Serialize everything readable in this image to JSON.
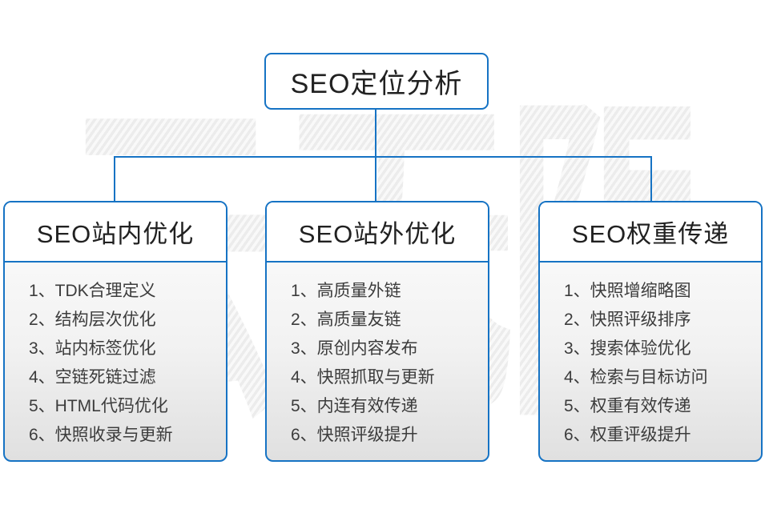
{
  "watermark": {
    "text": "云无限"
  },
  "root": {
    "label": "SEO定位分析"
  },
  "colors": {
    "accent_blue": "#1673c4",
    "header_text": "#212121",
    "list_text": "#3c3c3c",
    "watermark_gray": "#ececec",
    "panel_gradient_bottom": "#e0e0e0"
  },
  "columns": [
    {
      "header": "SEO站内优化",
      "items": [
        "1、TDK合理定义",
        "2、结构层次优化",
        "3、站内标签优化",
        "4、空链死链过滤",
        "5、HTML代码优化",
        "6、快照收录与更新"
      ]
    },
    {
      "header": "SEO站外优化",
      "items": [
        "1、高质量外链",
        "2、高质量友链",
        "3、原创内容发布",
        "4、快照抓取与更新",
        "5、内连有效传递",
        "6、快照评级提升"
      ]
    },
    {
      "header": "SEO权重传递",
      "items": [
        "1、快照增缩略图",
        "2、快照评级排序",
        "3、搜索体验优化",
        "4、检索与目标访问",
        "5、权重有效传递",
        "6、权重评级提升"
      ]
    }
  ]
}
